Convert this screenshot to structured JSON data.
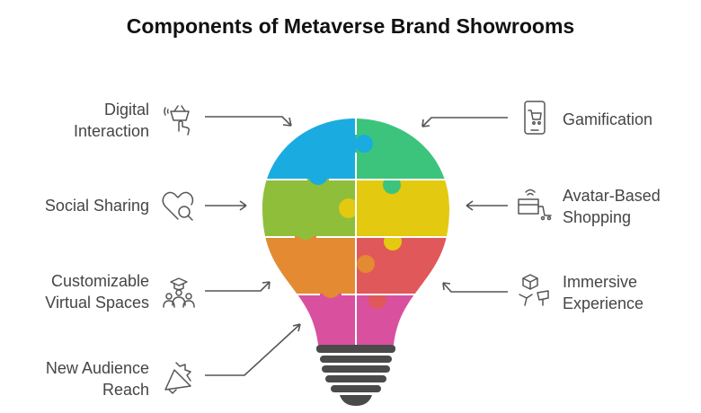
{
  "title": "Components of Metaverse Brand Showrooms",
  "items_left": [
    {
      "line1": "Digital",
      "line2": "Interaction",
      "icon": "touch-basket-icon"
    },
    {
      "line1": "Social Sharing",
      "line2": "",
      "icon": "heart-search-icon"
    },
    {
      "line1": "Customizable",
      "line2": "Virtual Spaces",
      "icon": "graduation-group-icon"
    },
    {
      "line1": "New Audience",
      "line2": "Reach",
      "icon": "megaphone-icon"
    }
  ],
  "items_right": [
    {
      "line1": "Gamification",
      "line2": "",
      "icon": "phone-cart-icon"
    },
    {
      "line1": "Avatar-Based",
      "line2": "Shopping",
      "icon": "wifi-cart-icon"
    },
    {
      "line1": "Immersive",
      "line2": "Experience",
      "icon": "vr-cube-icon"
    }
  ],
  "colors": {
    "blue": "#1aabe1",
    "green": "#3cc47c",
    "lime": "#8fbe3a",
    "yellow": "#e3c90f",
    "orange": "#e38a32",
    "red": "#e0585a",
    "pink": "#d9509f",
    "base": "#4a4a4a",
    "arrow": "#555555"
  }
}
